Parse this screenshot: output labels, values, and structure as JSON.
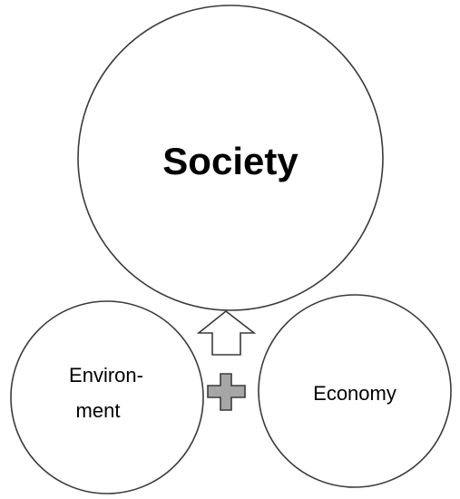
{
  "diagram": {
    "society": {
      "label": "Society"
    },
    "environment": {
      "line1": "Environ-",
      "line2": "ment"
    },
    "economy": {
      "label": "Economy"
    }
  },
  "colors": {
    "stroke": "#3a3a3a",
    "text": "#000000",
    "plus_fill": "#a6a6a6",
    "arrow_fill": "#ffffff"
  },
  "icons": {
    "arrow": "up-arrow-icon",
    "plus": "plus-icon"
  }
}
